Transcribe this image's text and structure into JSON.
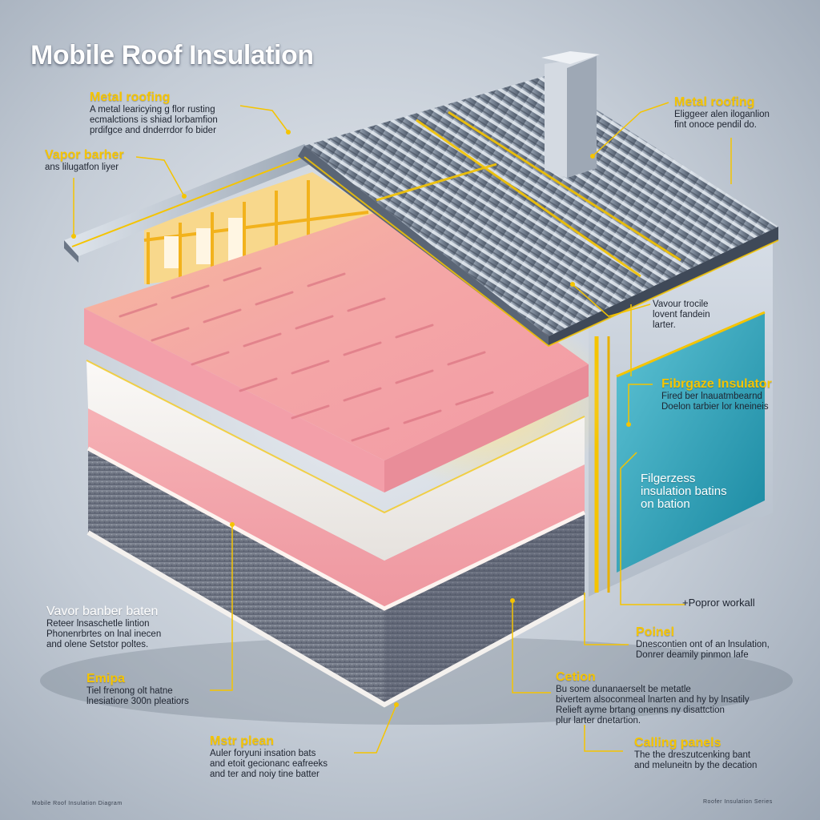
{
  "title": "Mobile Roof Insulation",
  "callouts": {
    "metal_roofing_left": {
      "heading": "Metal roofing",
      "desc": "A metal learicying g flor rusting\necmalctions is shiad lorbamfion\nprdifgce and dnderrdor fo bider"
    },
    "vapor_barrier_left": {
      "heading": "Vapor barher",
      "desc": "ans lilugatfon liyer"
    },
    "metal_roofing_right": {
      "heading": "Metal roofing",
      "desc": "Eliggeer alen iloganlion\nfint onoce pendil do."
    },
    "vavour_right": {
      "heading": "",
      "desc": "Vavour trocile\nlovent fandein\nlarter."
    },
    "fibrglaze_right": {
      "heading": "Fibrgaze Insulator",
      "desc": "Fired ber lnauatmbearnd\nDoelon tarbier lor kneineis"
    },
    "fibrglass_batts_right": {
      "heading": "Filgerzess\ninsulation batins\non bation",
      "desc": ""
    },
    "popror_wall": {
      "heading": "",
      "desc": "+Popror workall"
    },
    "vapor_barrier_baten": {
      "heading": "Vavor banber baten",
      "desc": "Reteer lnsaschetle lintion\nPhonenrbrtes on lnal inecen\nand olene Setstor poltes."
    },
    "emipa": {
      "heading": "Emipa",
      "desc": "Tiel frenong olt hatne\nlnesiatiore 300n pleatiors"
    },
    "metal_plean": {
      "heading": "Mstr plean",
      "desc": "Auler foryuni insation bats\nand etoit gecionanc eafreeks\nand ter and noiy tine batter"
    },
    "poinel": {
      "heading": "Poinel",
      "desc": "Dnescontien ont of an lnsulation,\nDonrer deamily pinmon lafe"
    },
    "cation": {
      "heading": "Cetion",
      "desc": "Bu sone dunanaerselt be metatle\nbivertem alsoconmeal lnarten and hy by lnsatily\nRelieft ayme brtang onenns ny disattction\nplur larter dnetartion."
    },
    "calling_panels": {
      "heading": "Calling panels",
      "desc": "The the dreszutcenking bant\nand meluneitn by the decation"
    }
  },
  "footer": {
    "left": "Mobile Roof Insulation Diagram",
    "right": "Roofer Insulation Series"
  },
  "colors": {
    "accent": "#f5c400",
    "metal": "#8e9aaa",
    "foam_pink": "#f4a3a3",
    "foam_white": "#f6f3f0",
    "gray_base": "#6f7584",
    "teal_panel": "#1f9bb5"
  }
}
